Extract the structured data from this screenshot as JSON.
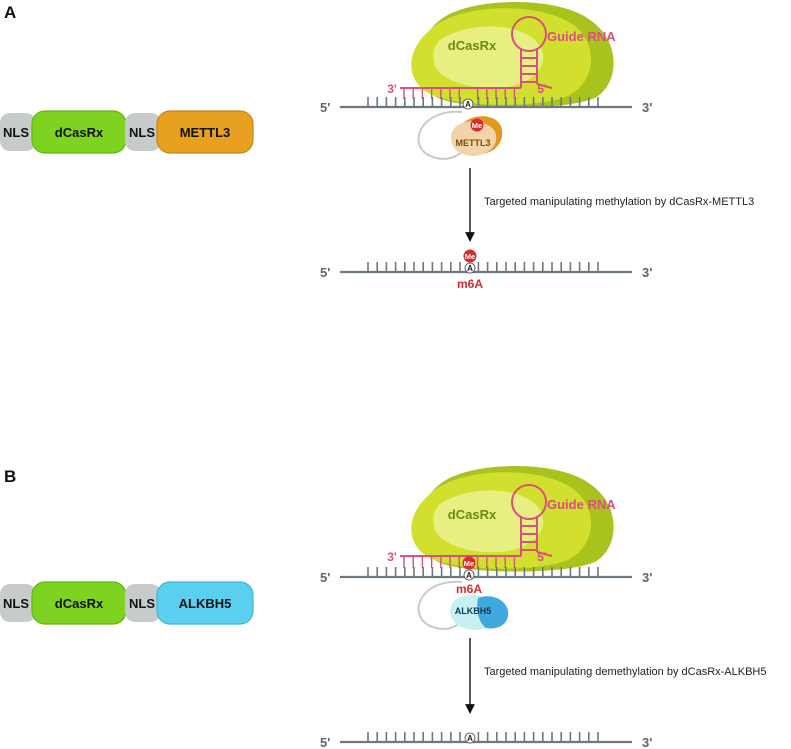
{
  "colors": {
    "nls": "#c8cbcc",
    "dcasrx_pill": "#7ed321",
    "mettl3_pill": "#e8a020",
    "alkbh5_pill": "#5bcff0",
    "cas_blob_light": "#e8ef82",
    "cas_blob_mid": "#d1e02e",
    "cas_blob_dark": "#a9c21e",
    "guide_rna": "#d9507a",
    "rna_strand": "#6b7880",
    "methyl": "#d92b2b",
    "mettl3_light": "#f3d4a8",
    "mettl3_dark": "#e2971f",
    "alkbh5_light": "#c7f0f2",
    "alkbh5_dark": "#3fa8de"
  },
  "panel_a": {
    "letter": "A",
    "construct": {
      "nls_1": "NLS",
      "dcasrx": "dCasRx",
      "nls_2": "NLS",
      "effector": "METTL3"
    },
    "complex": {
      "cas_label": "dCasRx",
      "guide_label": "Guide RNA",
      "guide_3": "3'",
      "guide_5": "5'",
      "enzyme_label": "METTL3",
      "me": "Me",
      "a": "A"
    },
    "strand_top": {
      "left": "5'",
      "right": "3'"
    },
    "arrow_text": "Targeted manipulating methylation by dCasRx-METTL3",
    "strand_bottom": {
      "left": "5'",
      "right": "3'",
      "me": "Me",
      "a": "A",
      "mark": "m6A"
    }
  },
  "panel_b": {
    "letter": "B",
    "construct": {
      "nls_1": "NLS",
      "dcasrx": "dCasRx",
      "nls_2": "NLS",
      "effector": "ALKBH5"
    },
    "complex": {
      "cas_label": "dCasRx",
      "guide_label": "Guide RNA",
      "guide_3": "3'",
      "guide_5": "5'",
      "enzyme_label": "ALKBH5",
      "me": "Me",
      "a": "A",
      "mark": "m6A"
    },
    "strand_top": {
      "left": "5'",
      "right": "3'"
    },
    "arrow_text": "Targeted manipulating demethylation by dCasRx-ALKBH5",
    "strand_bottom": {
      "left": "5'",
      "right": "3'",
      "a": "A"
    }
  }
}
